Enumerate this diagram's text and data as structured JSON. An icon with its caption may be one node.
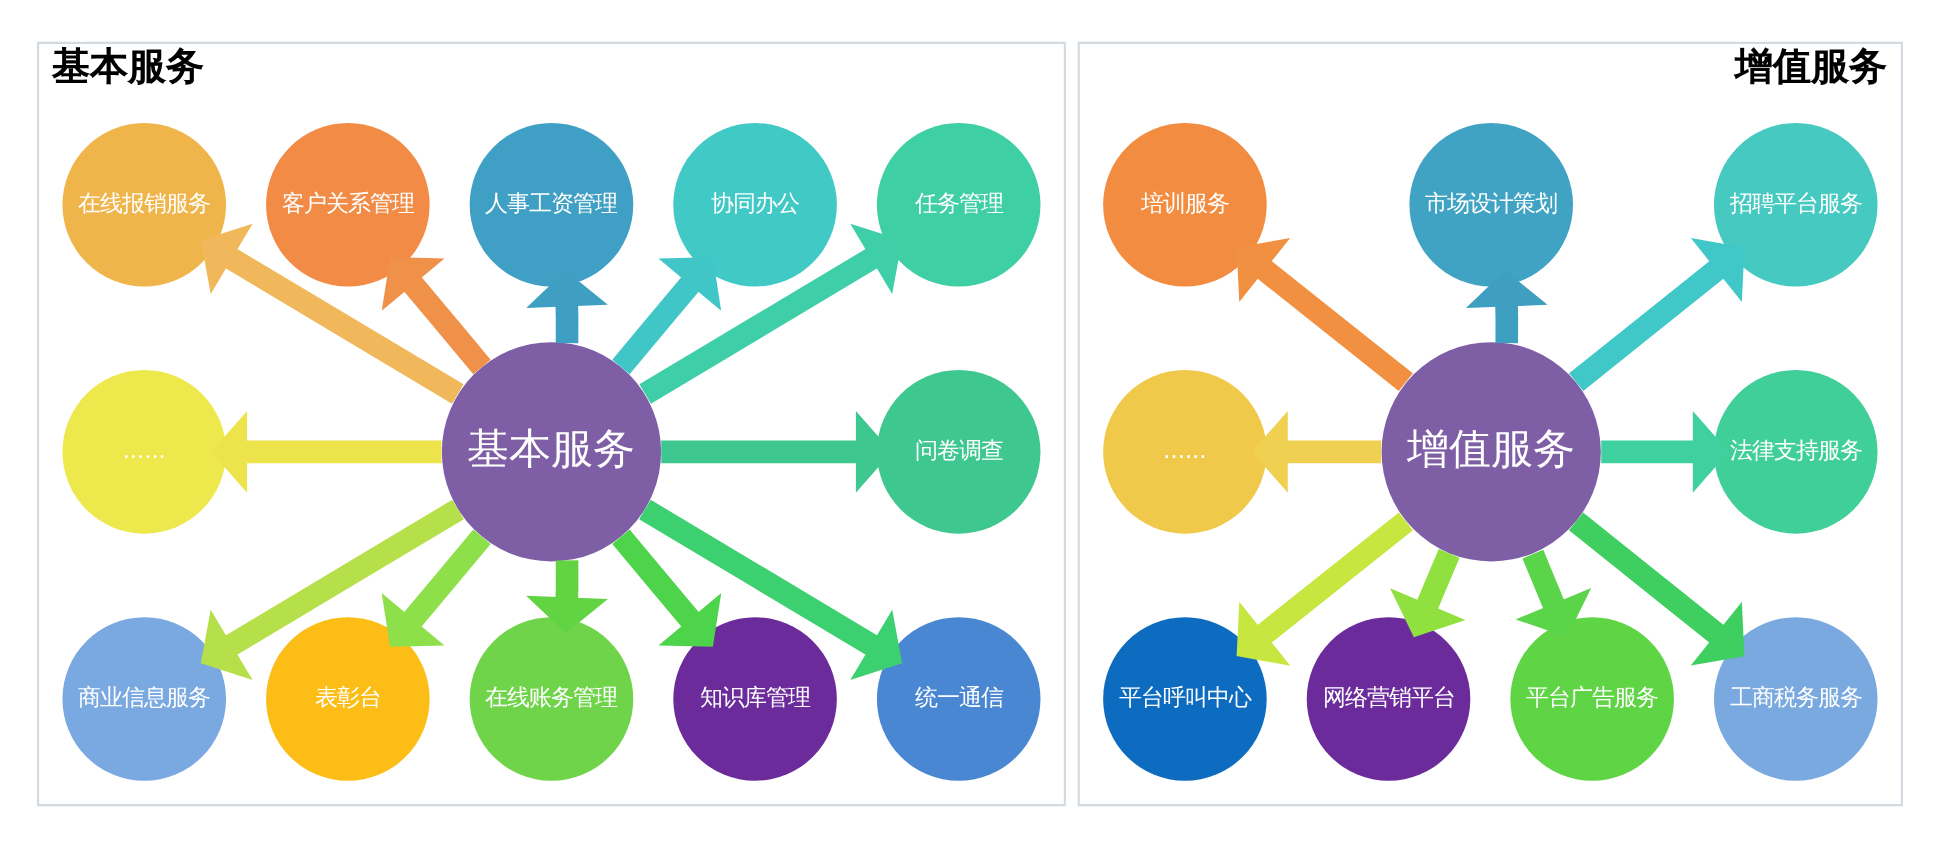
{
  "diagram": {
    "nodes": [
      {
        "text": [
          "基本服务"
        ]
      },
      {
        "text": [
          "基本服务"
        ],
        "in": 0
      },
      {
        "text": [
          "人事工资管理"
        ],
        "in": 0
      },
      {
        "text": [
          "协同办公"
        ],
        "in": 0
      },
      {
        "text": [
          "任务管理"
        ],
        "in": 0
      },
      {
        "text": [
          "问卷调查"
        ],
        "in": 0
      },
      {
        "text": [
          "统一通信"
        ],
        "in": 0
      },
      {
        "text": [
          "知识库管理"
        ],
        "in": 0
      },
      {
        "text": [
          "在线账务管理"
        ],
        "in": 0
      },
      {
        "text": [
          "表彰台"
        ],
        "in": 0
      },
      {
        "text": [
          "商业信息服务"
        ],
        "in": 0
      },
      {
        "text": [
          "......"
        ],
        "in": 0
      },
      {
        "text": [
          "在线报销服务"
        ],
        "in": 0
      },
      {
        "text": [
          "客户关系管理"
        ],
        "in": 0
      },
      {
        "text": [
          "增值服务"
        ]
      },
      {
        "text": [
          "增值服务"
        ],
        "in": 14
      },
      {
        "text": [
          "市场设计策划"
        ],
        "in": 14
      },
      {
        "text": [
          "招聘平台服务"
        ],
        "in": 14
      },
      {
        "text": [
          "法律支持服务"
        ],
        "in": 14
      },
      {
        "text": [
          "工商税务服务"
        ],
        "in": 14
      },
      {
        "text": [
          "平台广告服务"
        ],
        "in": 14
      },
      {
        "text": [
          "网络营销平台"
        ],
        "in": 14
      },
      {
        "text": [
          "平台呼叫中心"
        ],
        "in": 14
      },
      {
        "text": [
          "......"
        ],
        "in": 14
      },
      {
        "text": [
          "培训服务"
        ],
        "in": 14
      }
    ],
    "edges": [
      {
        "from": 1,
        "to": 2,
        "arrow": "to",
        "color": "#3e9fc2"
      },
      {
        "from": 1,
        "to": 3,
        "arrow": "to",
        "color": "#40c6c6"
      },
      {
        "from": 1,
        "to": 4,
        "arrow": "to",
        "color": "#3fcfa8"
      },
      {
        "from": 1,
        "to": 5,
        "arrow": "to",
        "color": "#3ec890"
      },
      {
        "from": 1,
        "to": 6,
        "arrow": "to",
        "color": "#3dd070"
      },
      {
        "from": 1,
        "to": 7,
        "arrow": "to",
        "color": "#4ed44a"
      },
      {
        "from": 1,
        "to": 8,
        "arrow": "to",
        "color": "#62d444"
      },
      {
        "from": 1,
        "to": 9,
        "arrow": "to",
        "color": "#8ee04a"
      },
      {
        "from": 1,
        "to": 10,
        "arrow": "to",
        "color": "#b6e04a"
      },
      {
        "from": 1,
        "to": 11,
        "arrow": "to",
        "color": "#ece44a"
      },
      {
        "from": 1,
        "to": 12,
        "arrow": "to",
        "color": "#f0b85a"
      },
      {
        "from": 1,
        "to": 13,
        "arrow": "to",
        "color": "#f0914a"
      },
      {
        "from": 15,
        "to": 16,
        "arrow": "to",
        "color": "#3f9fc0"
      },
      {
        "from": 15,
        "to": 17,
        "arrow": "to",
        "color": "#40c8c8"
      },
      {
        "from": 15,
        "to": 18,
        "arrow": "to",
        "color": "#3fd0a0"
      },
      {
        "from": 15,
        "to": 19,
        "arrow": "to",
        "color": "#3fcf60"
      },
      {
        "from": 15,
        "to": 20,
        "arrow": "to",
        "color": "#5ad448"
      },
      {
        "from": 15,
        "to": 21,
        "arrow": "to",
        "color": "#90e040"
      },
      {
        "from": 15,
        "to": 22,
        "arrow": "to",
        "color": "#c8e640"
      },
      {
        "from": 15,
        "to": 23,
        "arrow": "to",
        "color": "#f0d050"
      },
      {
        "from": 15,
        "to": 24,
        "arrow": "to",
        "color": "#f09040"
      }
    ]
  }
}
